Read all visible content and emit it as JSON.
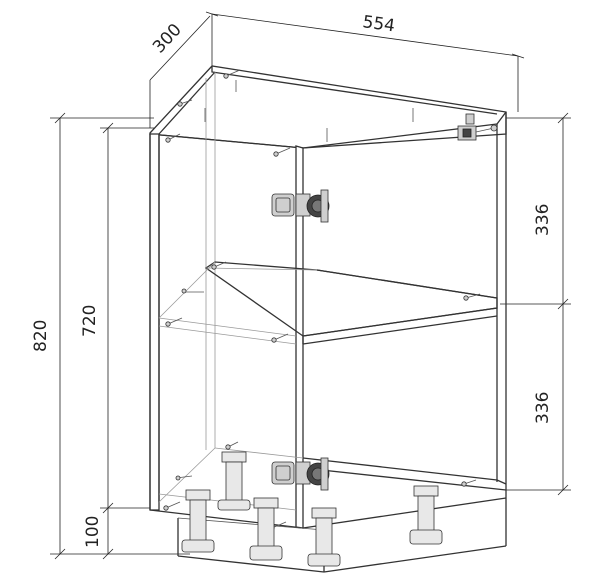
{
  "dimensions": {
    "width": "554",
    "depth": "300",
    "total_height": "820",
    "body_height": "720",
    "plinth_height": "100",
    "upper_compartment": "336",
    "lower_compartment": "336"
  },
  "colors": {
    "line": "#333333",
    "hidden_line": "#9a9a9a",
    "hardware_light": "#cfcfcf",
    "hardware_dark": "#444444"
  }
}
